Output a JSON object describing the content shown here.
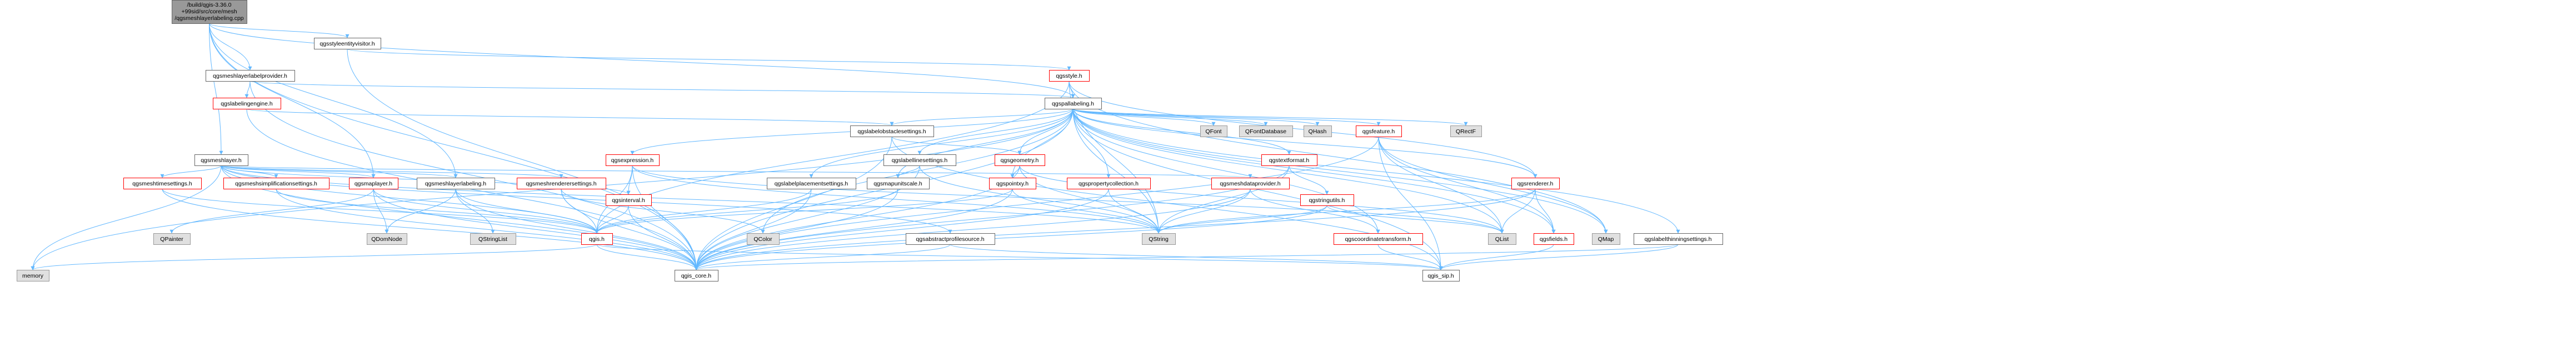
{
  "colors": {
    "root_fill": "#999999",
    "file_fill": "#ffffff",
    "file_stroke": "#666666",
    "red_stroke": "#ff0000",
    "red_text": "#ff0000",
    "gray_fill": "#e0e0e0",
    "gray_stroke": "#999999",
    "edge": "#63b8ff",
    "edge_dark": "#404040"
  },
  "nodes": [
    {
      "id": "root",
      "label": "/build/qgis-3.36.0+99sid/src/core/mesh/qgsmeshlayerlabeling.cpp",
      "kind": "root"
    },
    {
      "id": "qgsstyleentityvisitor",
      "label": "qgsstyleentityvisitor.h",
      "kind": "file"
    },
    {
      "id": "qgsstyle",
      "label": "qgsstyle.h",
      "kind": "red"
    },
    {
      "id": "qgsmeshlayerlabelprovider",
      "label": "qgsmeshlayerlabelprovider.h",
      "kind": "file"
    },
    {
      "id": "qgslabelingengine",
      "label": "qgslabelingengine.h",
      "kind": "red"
    },
    {
      "id": "qgspallabeling",
      "label": "qgspallabeling.h",
      "kind": "file"
    },
    {
      "id": "qgslabelobstaclesettings",
      "label": "qgslabelobstaclesettings.h",
      "kind": "file"
    },
    {
      "id": "qgsmeshlayer",
      "label": "qgsmeshlayer.h",
      "kind": "file"
    },
    {
      "id": "qgsexpression",
      "label": "qgsexpression.h",
      "kind": "red"
    },
    {
      "id": "qgslabellinesettings",
      "label": "qgslabellinesettings.h",
      "kind": "file"
    },
    {
      "id": "qgsgeometry",
      "label": "qgsgeometry.h",
      "kind": "red"
    },
    {
      "id": "qgsfeature",
      "label": "qgsfeature.h",
      "kind": "red"
    },
    {
      "id": "qgstextformat",
      "label": "qgstextformat.h",
      "kind": "red"
    },
    {
      "id": "qgsmeshtimesettings",
      "label": "qgsmeshtimesettings.h",
      "kind": "red"
    },
    {
      "id": "qgsmeshsimplificationsettings",
      "label": "qgsmeshsimplificationsettings.h",
      "kind": "red"
    },
    {
      "id": "qgsmaplayer",
      "label": "qgsmaplayer.h",
      "kind": "red"
    },
    {
      "id": "qgsmeshlayerlabeling",
      "label": "qgsmeshlayerlabeling.h",
      "kind": "file"
    },
    {
      "id": "qgsmeshrenderersettings",
      "label": "qgsmeshrenderersettings.h",
      "kind": "red"
    },
    {
      "id": "qgsinterval",
      "label": "qgsinterval.h",
      "kind": "red"
    },
    {
      "id": "qgsmapunitscale",
      "label": "qgsmapunitscale.h",
      "kind": "file"
    },
    {
      "id": "qgslabelplacementsettings",
      "label": "qgslabelplacementsettings.h",
      "kind": "file"
    },
    {
      "id": "qgspointxy",
      "label": "qgspointxy.h",
      "kind": "red"
    },
    {
      "id": "qgspropertycollection",
      "label": "qgspropertycollection.h",
      "kind": "red"
    },
    {
      "id": "qgsmeshdataprovider",
      "label": "qgsmeshdataprovider.h",
      "kind": "red"
    },
    {
      "id": "qgstringutils",
      "label": "qgstringutils.h",
      "kind": "red"
    },
    {
      "id": "qgsrenderer",
      "label": "qgsrenderer.h",
      "kind": "red"
    },
    {
      "id": "qgslabelthinningsettings",
      "label": "qgslabelthinningsettings.h",
      "kind": "file"
    },
    {
      "id": "qgsabstractprofilesource",
      "label": "qgsabstractprofilesource.h",
      "kind": "file"
    },
    {
      "id": "qgscoordinatetransform",
      "label": "qgscoordinatetransform.h",
      "kind": "red"
    },
    {
      "id": "qgsfields",
      "label": "qgsfields.h",
      "kind": "red"
    },
    {
      "id": "qgis",
      "label": "qgis.h",
      "kind": "red"
    },
    {
      "id": "qgis_core",
      "label": "qgis_core.h",
      "kind": "file"
    },
    {
      "id": "qgis_sip",
      "label": "qgis_sip.h",
      "kind": "file"
    },
    {
      "id": "QFont",
      "label": "QFont",
      "kind": "gray"
    },
    {
      "id": "QFontDatabase",
      "label": "QFontDatabase",
      "kind": "gray"
    },
    {
      "id": "QHash",
      "label": "QHash",
      "kind": "gray"
    },
    {
      "id": "QRectF",
      "label": "QRectF",
      "kind": "gray"
    },
    {
      "id": "QString",
      "label": "QString",
      "kind": "gray"
    },
    {
      "id": "QList",
      "label": "QList",
      "kind": "gray"
    },
    {
      "id": "QMap",
      "label": "QMap",
      "kind": "gray"
    },
    {
      "id": "QColor",
      "label": "QColor",
      "kind": "gray"
    },
    {
      "id": "QPainter",
      "label": "QPainter",
      "kind": "gray"
    },
    {
      "id": "QDomNode",
      "label": "QDomNode",
      "kind": "gray"
    },
    {
      "id": "QStringList",
      "label": "QStringList",
      "kind": "gray"
    },
    {
      "id": "memory",
      "label": "memory",
      "kind": "gray"
    }
  ],
  "edges": [
    [
      "root",
      "qgsstyleentityvisitor"
    ],
    [
      "root",
      "qgsmeshlayerlabelprovider"
    ],
    [
      "root",
      "qgsmeshlayer"
    ],
    [
      "root",
      "qgsmaplayer"
    ],
    [
      "root",
      "qgsmeshlayerlabeling"
    ],
    [
      "root",
      "qgspallabeling"
    ],
    [
      "root",
      "qgis_core"
    ],
    [
      "qgsstyleentityvisitor",
      "qgsstyle"
    ],
    [
      "qgsstyleentityvisitor",
      "qgis_core"
    ],
    [
      "qgsstyle",
      "qgspallabeling"
    ],
    [
      "qgsstyle",
      "qgis"
    ],
    [
      "qgsstyle",
      "QString"
    ],
    [
      "qgsstyle",
      "QMap"
    ],
    [
      "qgsstyle",
      "qgsrenderer"
    ],
    [
      "qgsmeshlayerlabelprovider",
      "qgslabelingengine"
    ],
    [
      "qgsmeshlayerlabelprovider",
      "qgspallabeling"
    ],
    [
      "qgsmeshlayerlabelprovider",
      "qgis_core"
    ],
    [
      "qgslabelingengine",
      "qgis_core"
    ],
    [
      "qgslabelingengine",
      "qgslabelobstaclesettings"
    ],
    [
      "qgspallabeling",
      "QFont"
    ],
    [
      "qgspallabeling",
      "QFontDatabase"
    ],
    [
      "qgspallabeling",
      "QHash"
    ],
    [
      "qgspallabeling",
      "QRectF"
    ],
    [
      "qgspallabeling",
      "qgslabelobstaclesettings"
    ],
    [
      "qgspallabeling",
      "qgsexpression"
    ],
    [
      "qgspallabeling",
      "qgslabellinesettings"
    ],
    [
      "qgspallabeling",
      "qgsgeometry"
    ],
    [
      "qgspallabeling",
      "qgsfeature"
    ],
    [
      "qgspallabeling",
      "qgstextformat"
    ],
    [
      "qgspallabeling",
      "qgsmapunitscale"
    ],
    [
      "qgspallabeling",
      "qgslabelplacementsettings"
    ],
    [
      "qgspallabeling",
      "qgspropertycollection"
    ],
    [
      "qgspallabeling",
      "qgslabelthinningsettings"
    ],
    [
      "qgspallabeling",
      "qgsfields"
    ],
    [
      "qgspallabeling",
      "qgscoordinatetransform"
    ],
    [
      "qgspallabeling",
      "qgspointxy"
    ],
    [
      "qgspallabeling",
      "qgis_core"
    ],
    [
      "qgspallabeling",
      "qgis_sip"
    ],
    [
      "qgspallabeling",
      "QList"
    ],
    [
      "qgspallabeling",
      "QString"
    ],
    [
      "qgspallabeling",
      "QMap"
    ],
    [
      "qgspallabeling",
      "QColor"
    ],
    [
      "qgspallabeling",
      "memory"
    ],
    [
      "qgspallabeling",
      "qgsrenderer"
    ],
    [
      "qgslabelobstaclesettings",
      "qgsgeometry"
    ],
    [
      "qgslabelobstaclesettings",
      "qgis_core"
    ],
    [
      "qgslabelobstaclesettings",
      "qgis_sip"
    ],
    [
      "qgsmeshlayer",
      "memory"
    ],
    [
      "qgsmeshlayer",
      "qgsmeshtimesettings"
    ],
    [
      "qgsmeshlayer",
      "qgsmeshsimplificationsettings"
    ],
    [
      "qgsmeshlayer",
      "qgsmaplayer"
    ],
    [
      "qgsmeshlayer",
      "qgsmeshlayerlabeling"
    ],
    [
      "qgsmeshlayer",
      "qgsmeshrenderersettings"
    ],
    [
      "qgsmeshlayer",
      "qgsinterval"
    ],
    [
      "qgsmeshlayer",
      "qgsmeshdataprovider"
    ],
    [
      "qgsmeshlayer",
      "qgsabstractprofilesource"
    ],
    [
      "qgsmeshlayer",
      "qgis_core"
    ],
    [
      "qgsmeshlayer",
      "qgis"
    ],
    [
      "qgsmeshlayer",
      "QString"
    ],
    [
      "qgsexpression",
      "qgis"
    ],
    [
      "qgsexpression",
      "qgsinterval"
    ],
    [
      "qgsexpression",
      "qgis_core"
    ],
    [
      "qgsexpression",
      "QString"
    ],
    [
      "qgsexpression",
      "QList"
    ],
    [
      "qgslabellinesettings",
      "qgsmapunitscale"
    ],
    [
      "qgslabellinesettings",
      "qgis_core"
    ],
    [
      "qgslabellinesettings",
      "QString"
    ],
    [
      "qgsgeometry",
      "qgspointxy"
    ],
    [
      "qgsgeometry",
      "qgis_core"
    ],
    [
      "qgsgeometry",
      "QString"
    ],
    [
      "qgsgeometry",
      "QList"
    ],
    [
      "qgsfeature",
      "qgsfields"
    ],
    [
      "qgsfeature",
      "qgis_core"
    ],
    [
      "qgsfeature",
      "qgis_sip"
    ],
    [
      "qgsfeature",
      "QMap"
    ],
    [
      "qgsfeature",
      "QList"
    ],
    [
      "qgstextformat",
      "qgstringutils"
    ],
    [
      "qgstextformat",
      "qgis_core"
    ],
    [
      "qgstextformat",
      "QString"
    ],
    [
      "qgsmeshtimesettings",
      "qgis_core"
    ],
    [
      "qgsmeshtimesettings",
      "qgis"
    ],
    [
      "qgsmeshsimplificationsettings",
      "qgis_core"
    ],
    [
      "qgsmeshsimplificationsettings",
      "qgis"
    ],
    [
      "qgsmaplayer",
      "QPainter"
    ],
    [
      "qgsmaplayer",
      "QDomNode"
    ],
    [
      "qgsmaplayer",
      "qgis"
    ],
    [
      "qgsmaplayer",
      "qgis_core"
    ],
    [
      "qgsmeshlayerlabeling",
      "QStringList"
    ],
    [
      "qgsmeshlayerlabeling",
      "qgis"
    ],
    [
      "qgsmeshlayerlabeling",
      "qgis_core"
    ],
    [
      "qgsmeshlayerlabeling",
      "QDomNode"
    ],
    [
      "qgsmeshrenderersettings",
      "QColor"
    ],
    [
      "qgsmeshrenderersettings",
      "qgis_core"
    ],
    [
      "qgsmeshrenderersettings",
      "qgis"
    ],
    [
      "qgsinterval",
      "qgis"
    ],
    [
      "qgsinterval",
      "qgis_core"
    ],
    [
      "qgsmapunitscale",
      "qgis_core"
    ],
    [
      "qgsmapunitscale",
      "qgis"
    ],
    [
      "qgslabelplacementsettings",
      "qgis_core"
    ],
    [
      "qgslabelplacementsettings",
      "qgis"
    ],
    [
      "qgspointxy",
      "qgis"
    ],
    [
      "qgspointxy",
      "qgis_core"
    ],
    [
      "qgspointxy",
      "QString"
    ],
    [
      "qgspropertycollection",
      "qgis_core"
    ],
    [
      "qgspropertycollection",
      "QString"
    ],
    [
      "qgsmeshdataprovider",
      "qgscoordinatetransform"
    ],
    [
      "qgsmeshdataprovider",
      "qgis_core"
    ],
    [
      "qgsmeshdataprovider",
      "QString"
    ],
    [
      "qgstringutils",
      "qgis_core"
    ],
    [
      "qgstringutils",
      "QString"
    ],
    [
      "qgstringutils",
      "QList"
    ],
    [
      "qgsrenderer",
      "QList"
    ],
    [
      "qgsrenderer",
      "QString"
    ],
    [
      "qgsrenderer",
      "qgis_core"
    ],
    [
      "qgsrenderer",
      "qgsfields"
    ],
    [
      "qgslabelthinningsettings",
      "qgis_core"
    ],
    [
      "qgslabelthinningsettings",
      "qgis_sip"
    ],
    [
      "qgsabstractprofilesource",
      "qgis_core"
    ],
    [
      "qgsabstractprofilesource",
      "qgis_sip"
    ],
    [
      "qgscoordinatetransform",
      "qgis_sip"
    ],
    [
      "qgsfields",
      "qgis_sip"
    ],
    [
      "qgis",
      "qgis_core"
    ],
    [
      "qgis",
      "qgis_sip"
    ],
    [
      "qgis",
      "memory"
    ]
  ]
}
